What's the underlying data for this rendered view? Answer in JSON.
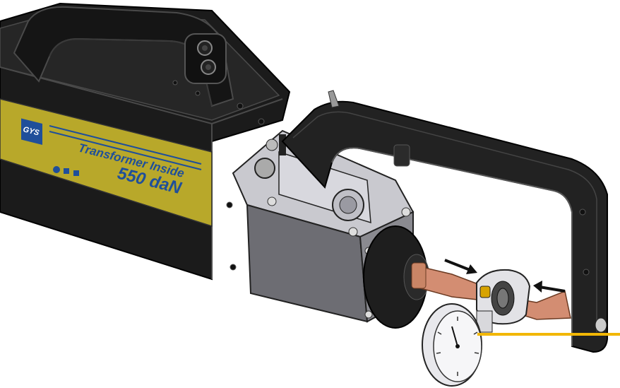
{
  "label_plate": {
    "brand": "GYS",
    "line1": "Transformer Inside",
    "line2": "550 daN",
    "plate_color": "#b8a82a",
    "text_color": "#1f4f9a"
  },
  "colors": {
    "body_dark": "#1b1b1b",
    "body_edge": "#444444",
    "housing_gray": "#c9c9cf",
    "copper": "#d38d72",
    "indicator_line": "#f2b705",
    "arrow": "#111111"
  },
  "icons": [
    "control-buttons-icon",
    "pressure-gauge-icon",
    "force-arrow-icon"
  ]
}
